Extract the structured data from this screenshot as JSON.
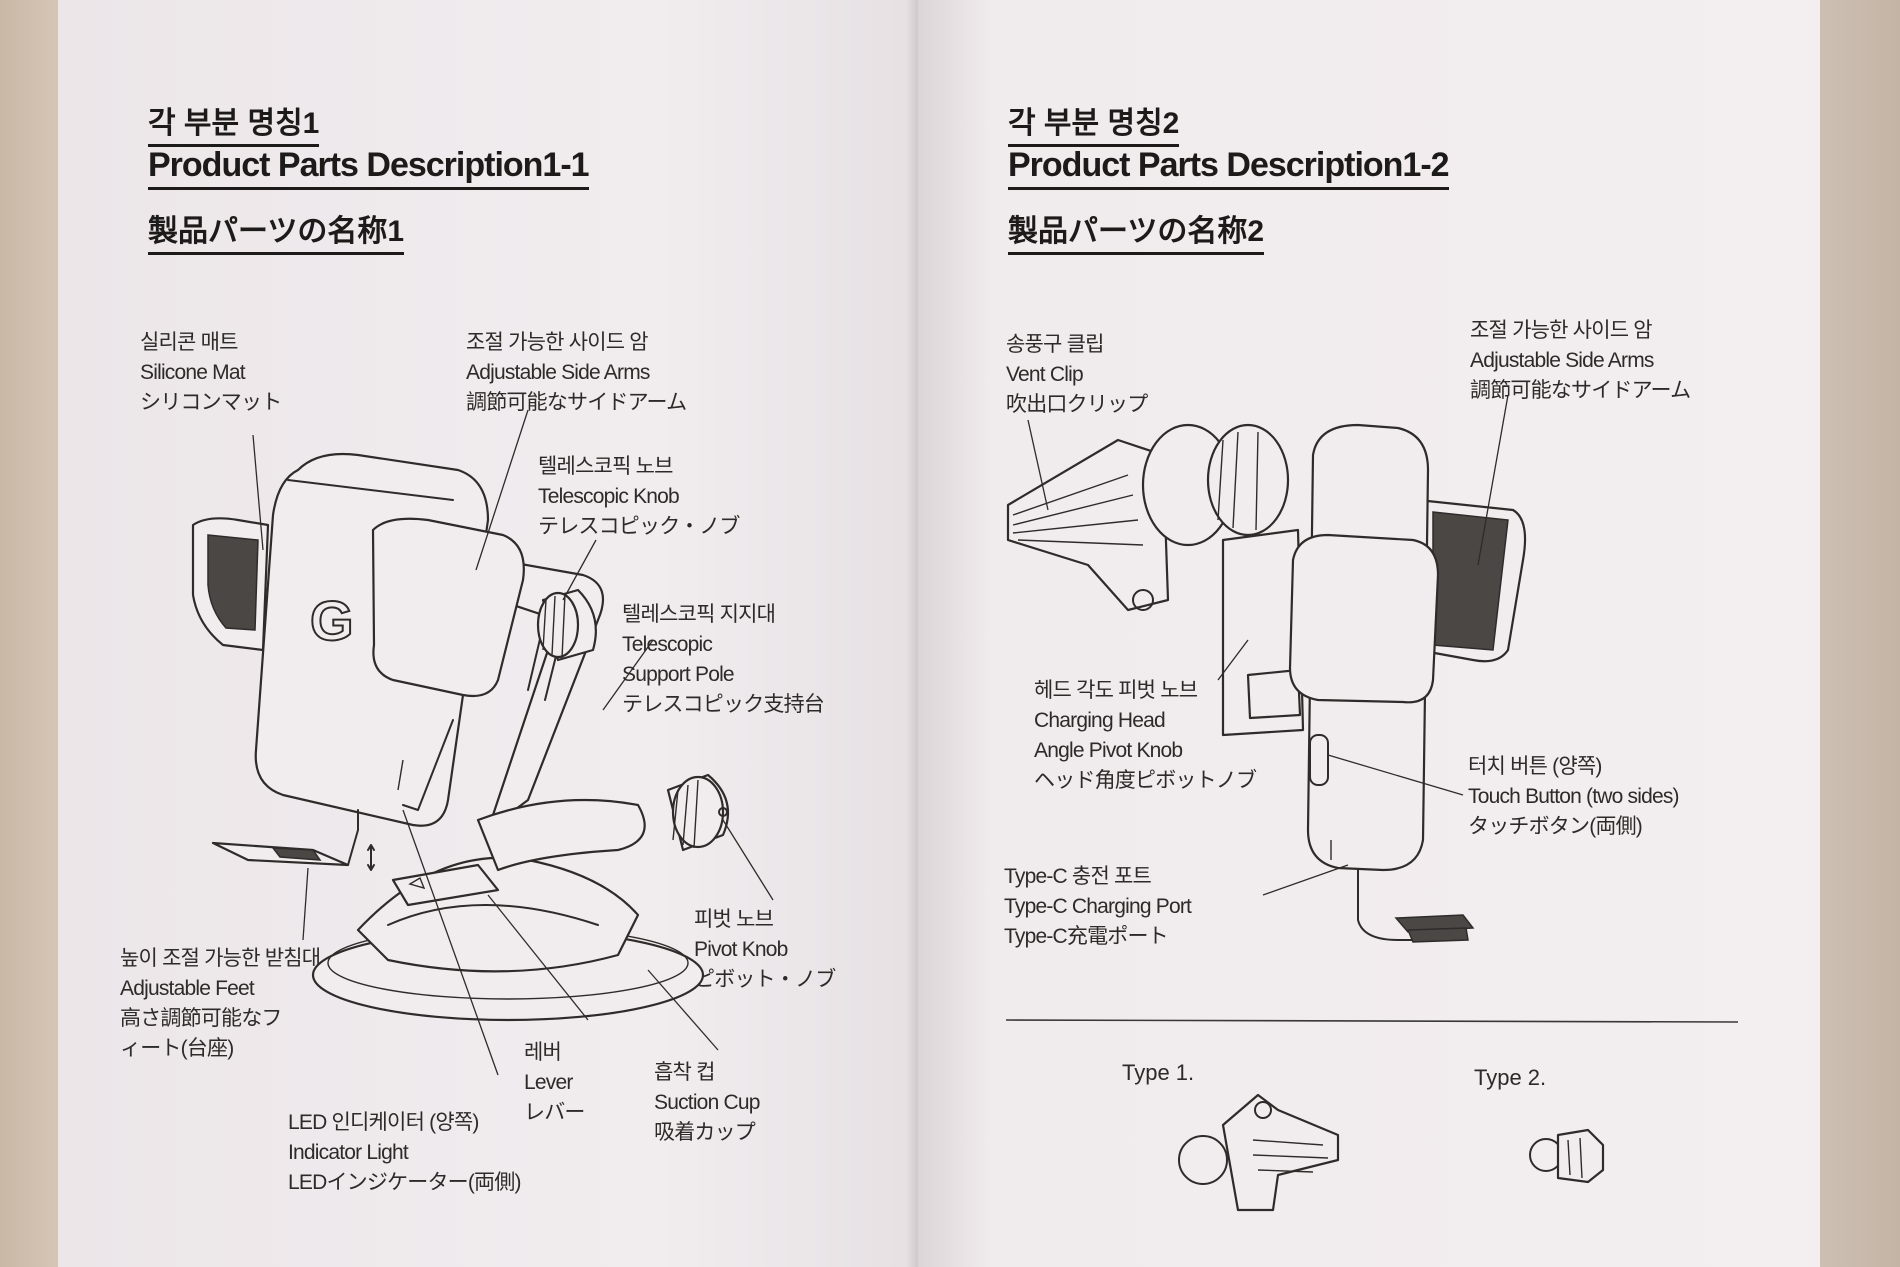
{
  "left_page": {
    "title_ko": "각 부분 명칭1",
    "title_en": "Product Parts Description1-1",
    "title_ja": "製品パーツの名称1",
    "callouts": [
      {
        "ko": "실리콘 매트",
        "en": "Silicone Mat",
        "ja": "シリコンマット"
      },
      {
        "ko": "조절 가능한 사이드 암",
        "en": "Adjustable Side Arms",
        "ja": "調節可能なサイドアーム"
      },
      {
        "ko": "텔레스코픽 노브",
        "en": "Telescopic Knob",
        "ja": "テレスコピック・ノブ"
      },
      {
        "ko": "텔레스코픽 지지대",
        "en1": "Telescopic",
        "en2": "Support Pole",
        "ja": "テレスコピック支持台"
      },
      {
        "ko": "피벗 노브",
        "en": "Pivot Knob",
        "ja": "ピボット・ノブ"
      },
      {
        "ko": "높이 조절 가능한 받침대",
        "en": "Adjustable Feet",
        "ja1": "高さ調節可能なフ",
        "ja2": "ィート(台座)"
      },
      {
        "ko": "레버",
        "en": "Lever",
        "ja": "レバー"
      },
      {
        "ko": "흡착 컵",
        "en": "Suction Cup",
        "ja": "吸着カップ"
      },
      {
        "ko": "LED 인디케이터 (양쪽)",
        "en": "Indicator Light",
        "ja": "LEDインジケーター(両側)"
      }
    ],
    "logo_letter": "G"
  },
  "right_page": {
    "title_ko": "각 부분 명칭2",
    "title_en": "Product Parts Description1-2",
    "title_ja": "製品パーツの名称2",
    "callouts": [
      {
        "ko": "송풍구 클립",
        "en": "Vent Clip",
        "ja": "吹出口クリップ"
      },
      {
        "ko": "조절 가능한 사이드 암",
        "en": "Adjustable Side Arms",
        "ja": "調節可能なサイドアーム"
      },
      {
        "ko": "헤드 각도 피벗 노브",
        "en1": "Charging Head",
        "en2": "Angle Pivot Knob",
        "ja": "ヘッド角度ピボットノブ"
      },
      {
        "ko": "터치 버튼 (양쪽)",
        "en": "Touch Button (two sides)",
        "ja": "タッチボタン(両側)"
      },
      {
        "ko": "Type-C 충전 포트",
        "en": "Type-C Charging Port",
        "ja": "Type-C充電ポート"
      }
    ],
    "type1_label": "Type 1.",
    "type2_label": "Type 2."
  },
  "colors": {
    "paper": "#f1ecee",
    "ink": "#2e2c2a",
    "table": "#c9b8a6"
  }
}
